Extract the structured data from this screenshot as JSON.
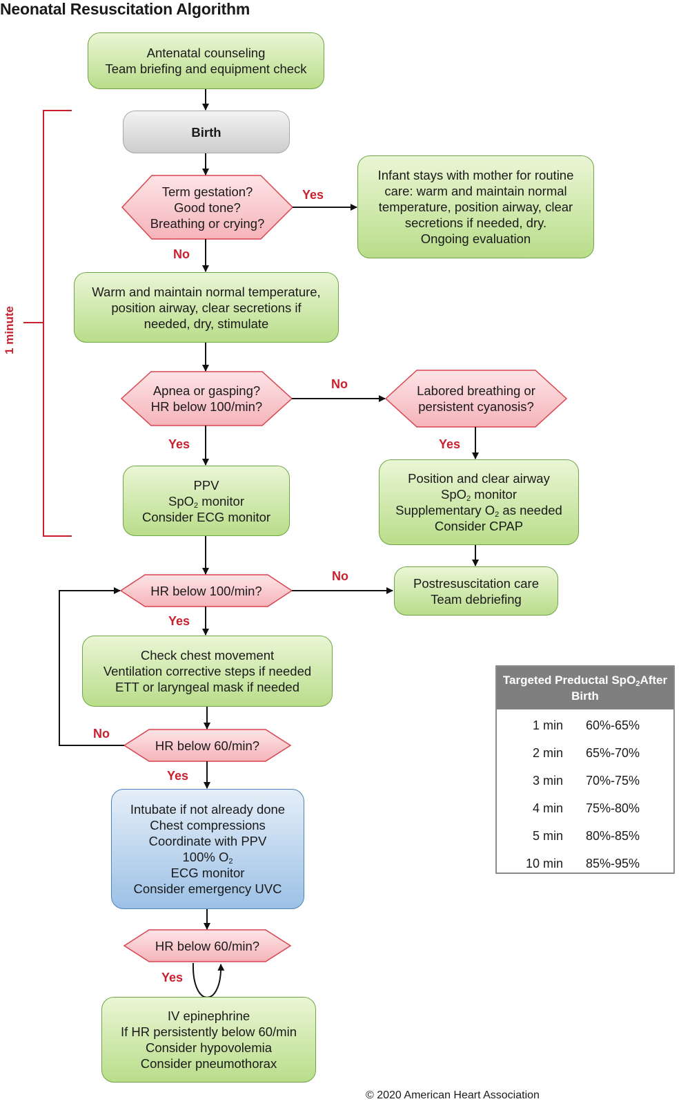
{
  "title": "Neonatal Resuscitation Algorithm",
  "timing_label": "1 minute",
  "nodes": {
    "antenatal": [
      "Antenatal counseling",
      "Team briefing and equipment check"
    ],
    "birth": [
      "Birth"
    ],
    "term_gestation": [
      "Term gestation?",
      "Good tone?",
      "Breathing or crying?"
    ],
    "routine_care": [
      "Infant stays with mother for routine",
      "care: warm and maintain normal",
      "temperature, position airway, clear",
      "secretions if needed, dry.",
      "Ongoing evaluation"
    ],
    "initial_steps": [
      "Warm and maintain normal temperature,",
      "position airway, clear secretions if",
      "needed, dry, stimulate"
    ],
    "apnea": [
      "Apnea or gasping?",
      "HR below 100/min?"
    ],
    "labored": [
      "Labored breathing or",
      "persistent cyanosis?"
    ],
    "ppv": [
      "PPV",
      "Sp{O2} monitor",
      "Consider ECG monitor"
    ],
    "position_airway": [
      "Position and clear airway",
      "Sp{O2} monitor",
      "Supplementary {O2} as needed",
      "Consider CPAP"
    ],
    "hr100": [
      "HR below 100/min?"
    ],
    "postresus": [
      "Postresuscitation care",
      "Team debriefing"
    ],
    "chest_movement": [
      "Check chest movement",
      "Ventilation corrective steps if needed",
      "ETT or laryngeal mask if needed"
    ],
    "hr60_first": [
      "HR below 60/min?"
    ],
    "compressions": [
      "Intubate if not already done",
      "Chest compressions",
      "Coordinate with PPV",
      "100% {O2}",
      "ECG monitor",
      "Consider emergency UVC"
    ],
    "hr60_second": [
      "HR below 60/min?"
    ],
    "epinephrine": [
      "IV epinephrine",
      "If HR persistently below 60/min",
      "Consider hypovolemia",
      "Consider pneumothorax"
    ]
  },
  "edge_labels": {
    "term_yes": "Yes",
    "term_no": "No",
    "apnea_no": "No",
    "apnea_yes": "Yes",
    "labored_yes": "Yes",
    "hr100_no": "No",
    "hr100_yes": "Yes",
    "hr60_first_no": "No",
    "hr60_first_yes": "Yes",
    "hr60_second_yes": "Yes"
  },
  "spo2_table": {
    "header": [
      "Targeted Preductal Sp{O2}",
      "After Birth"
    ],
    "rows": [
      {
        "time": "1 min",
        "range": "60%-65%"
      },
      {
        "time": "2 min",
        "range": "65%-70%"
      },
      {
        "time": "3 min",
        "range": "70%-75%"
      },
      {
        "time": "4 min",
        "range": "75%-80%"
      },
      {
        "time": "5 min",
        "range": "80%-85%"
      },
      {
        "time": "10 min",
        "range": "85%-95%"
      }
    ]
  },
  "copyright": "© 2020 American Heart Association",
  "colors": {
    "action_green": "#b9dd8a",
    "decision_pink": "#f7c3c7",
    "intervention_blue": "#9cc1e6",
    "label_red": "#c8202e",
    "table_header_gray": "#7f7f7f"
  }
}
